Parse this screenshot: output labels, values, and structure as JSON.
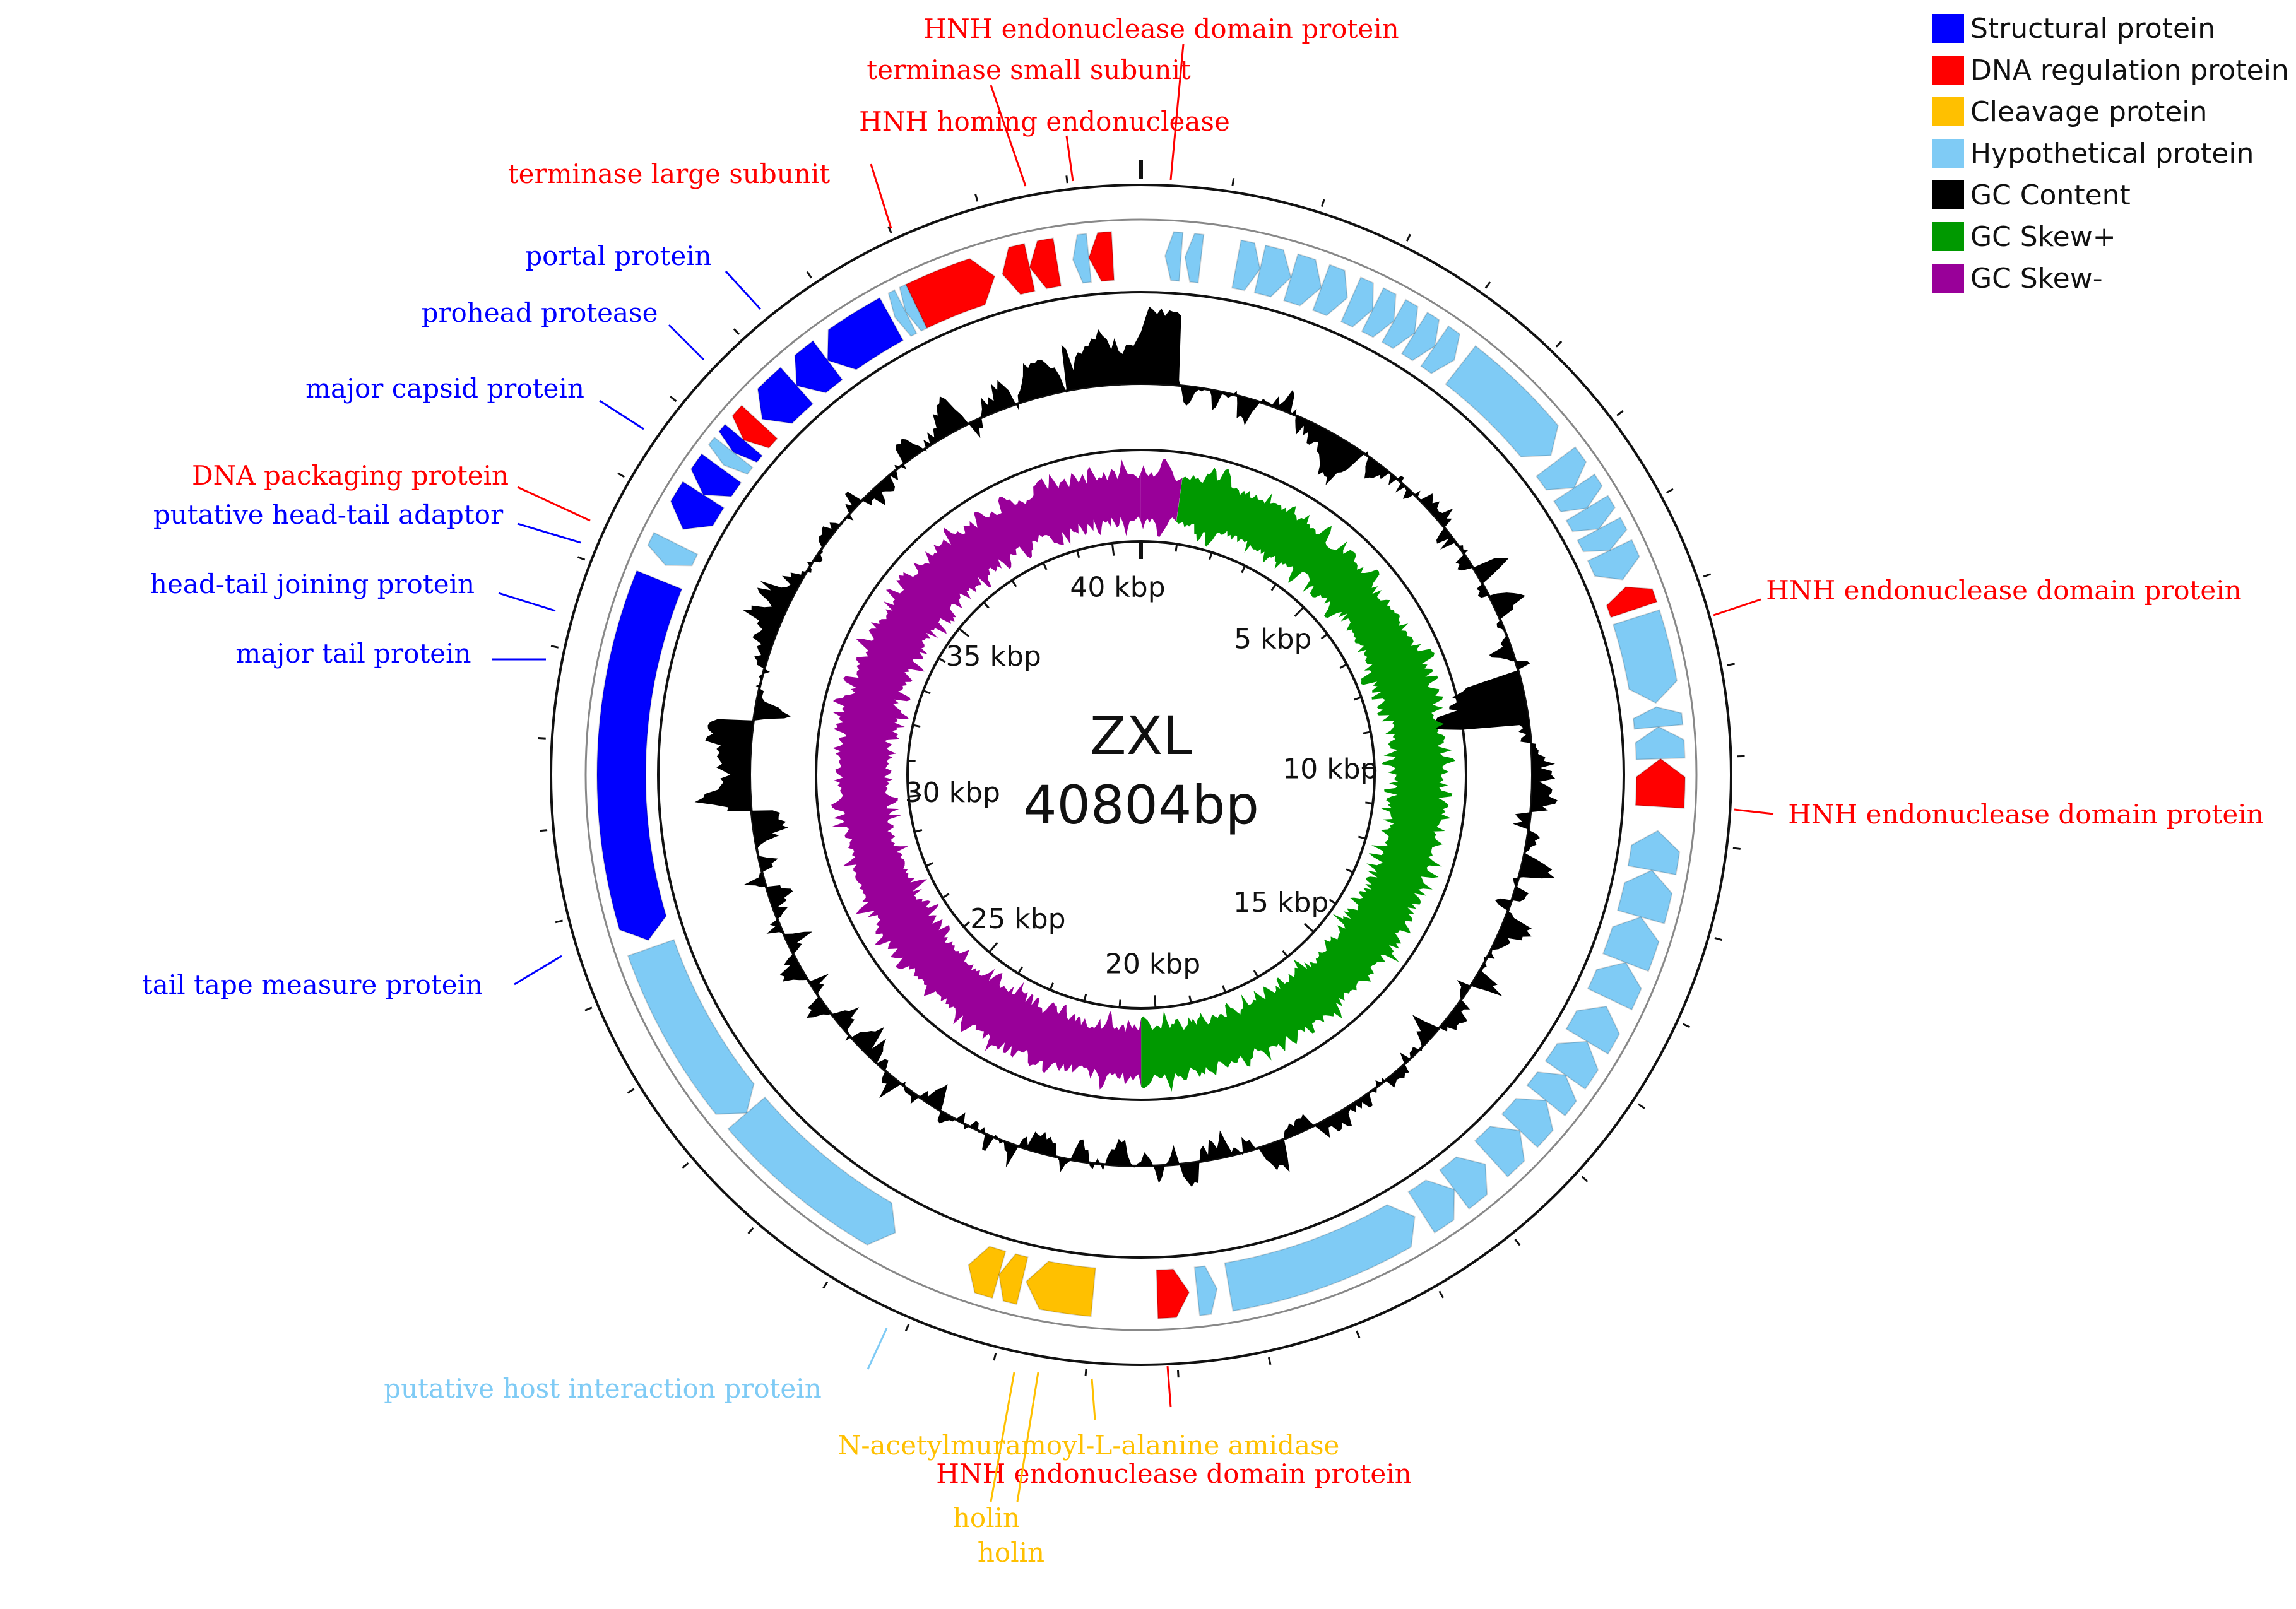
{
  "genome": {
    "name": "ZXL",
    "length_label": "40804bp",
    "length_bp": 40804
  },
  "colors": {
    "structural": "#0000ff",
    "dna_regulation": "#ff0000",
    "cleavage": "#ffc000",
    "hypothetical": "#7fcbf5",
    "gc_content": "#000000",
    "gc_skew_plus": "#009900",
    "gc_skew_minus": "#990099"
  },
  "legend": [
    {
      "label": "Structural protein",
      "color": "#0000ff"
    },
    {
      "label": "DNA regulation protein",
      "color": "#ff0000"
    },
    {
      "label": "Cleavage protein",
      "color": "#ffc000"
    },
    {
      "label": "Hypothetical protein",
      "color": "#7fcbf5"
    },
    {
      "label": "GC Content",
      "color": "#000000"
    },
    {
      "label": "GC Skew+",
      "color": "#009900"
    },
    {
      "label": "GC Skew-",
      "color": "#990099"
    }
  ],
  "scale_ticks": [
    {
      "label": "5 kbp",
      "kbp": 5
    },
    {
      "label": "10 kbp",
      "kbp": 10
    },
    {
      "label": "15 kbp",
      "kbp": 15
    },
    {
      "label": "20 kbp",
      "kbp": 20
    },
    {
      "label": "25 kbp",
      "kbp": 25
    },
    {
      "label": "30 kbp",
      "kbp": 30
    },
    {
      "label": "35 kbp",
      "kbp": 35
    },
    {
      "label": "40 kbp",
      "kbp": 40
    }
  ],
  "annotations": [
    {
      "text": "HNH endonuclease domain protein",
      "category": "dna_regulation",
      "kbp": 0.6
    },
    {
      "text": "terminase small subunit",
      "category": "dna_regulation",
      "kbp": 39.9
    },
    {
      "text": "HNH homing endonuclease",
      "category": "dna_regulation",
      "kbp": 40.2
    },
    {
      "text": "terminase large subunit",
      "category": "dna_regulation",
      "kbp": 38.6
    },
    {
      "text": "portal protein",
      "category": "structural",
      "kbp": 37.7
    },
    {
      "text": "prohead protease",
      "category": "structural",
      "kbp": 37.3
    },
    {
      "text": "major capsid protein",
      "category": "structural",
      "kbp": 36.7
    },
    {
      "text": "DNA packaging protein",
      "category": "dna_regulation",
      "kbp": 36.1
    },
    {
      "text": "putative head-tail adaptor",
      "category": "structural",
      "kbp": 35.8
    },
    {
      "text": "head-tail joining protein",
      "category": "structural",
      "kbp": 35.5
    },
    {
      "text": "major tail protein",
      "category": "structural",
      "kbp": 35.1
    },
    {
      "text": "tail tape measure protein",
      "category": "structural",
      "kbp": 32.3
    },
    {
      "text": "putative host interaction protein",
      "category": "hypothetical",
      "kbp": 23.2
    },
    {
      "text": "N-acetylmuramoyl-L-alanine amidase",
      "category": "cleavage",
      "kbp": 21.2
    },
    {
      "text": "HNH endonuclease domain protein",
      "category": "dna_regulation",
      "kbp": 20.4
    },
    {
      "text": "holin",
      "category": "cleavage",
      "kbp": 22.0
    },
    {
      "text": "holin",
      "category": "cleavage",
      "kbp": 21.7
    },
    {
      "text": "HNH endonuclease domain protein",
      "category": "dna_regulation",
      "kbp": 7.9
    },
    {
      "text": "HNH endonuclease domain protein",
      "category": "dna_regulation",
      "kbp": 10.3
    }
  ],
  "genes": [
    {
      "start": 0.3,
      "end": 0.5,
      "strand": -1,
      "category": "hypothetical"
    },
    {
      "start": 0.55,
      "end": 0.75,
      "strand": -1,
      "category": "hypothetical"
    },
    {
      "start": 40.15,
      "end": 40.45,
      "strand": -1,
      "category": "dna_regulation"
    },
    {
      "start": 39.95,
      "end": 40.15,
      "strand": -1,
      "category": "hypothetical"
    },
    {
      "start": 39.4,
      "end": 39.75,
      "strand": -1,
      "category": "dna_regulation"
    },
    {
      "start": 39.05,
      "end": 39.4,
      "strand": -1,
      "category": "dna_regulation"
    },
    {
      "start": 37.9,
      "end": 38.95,
      "strand": 1,
      "category": "dna_regulation"
    },
    {
      "start": 37.75,
      "end": 37.9,
      "strand": -1,
      "category": "hypothetical"
    },
    {
      "start": 37.6,
      "end": 37.75,
      "strand": -1,
      "category": "hypothetical"
    },
    {
      "start": 36.6,
      "end": 37.55,
      "strand": -1,
      "category": "structural"
    },
    {
      "start": 36.1,
      "end": 36.6,
      "strand": -1,
      "category": "structural"
    },
    {
      "start": 35.5,
      "end": 36.1,
      "strand": -1,
      "category": "structural"
    },
    {
      "start": 35.15,
      "end": 35.45,
      "strand": -1,
      "category": "dna_regulation"
    },
    {
      "start": 34.95,
      "end": 35.15,
      "strand": -1,
      "category": "structural"
    },
    {
      "start": 34.75,
      "end": 34.95,
      "strand": -1,
      "category": "hypothetical"
    },
    {
      "start": 34.3,
      "end": 34.7,
      "strand": -1,
      "category": "structural"
    },
    {
      "start": 33.8,
      "end": 34.3,
      "strand": -1,
      "category": "structural"
    },
    {
      "start": 33.3,
      "end": 33.6,
      "strand": -1,
      "category": "hypothetical"
    },
    {
      "start": 28.5,
      "end": 33.1,
      "strand": -1,
      "category": "structural"
    },
    {
      "start": 26.0,
      "end": 28.4,
      "strand": -1,
      "category": "hypothetical"
    },
    {
      "start": 23.6,
      "end": 26.0,
      "strand": -1,
      "category": "hypothetical"
    },
    {
      "start": 22.2,
      "end": 22.6,
      "strand": 1,
      "category": "cleavage"
    },
    {
      "start": 21.9,
      "end": 22.2,
      "strand": 1,
      "category": "cleavage"
    },
    {
      "start": 21.0,
      "end": 21.85,
      "strand": 1,
      "category": "cleavage"
    },
    {
      "start": 19.8,
      "end": 20.2,
      "strand": -1,
      "category": "dna_regulation"
    },
    {
      "start": 19.45,
      "end": 19.7,
      "strand": -1,
      "category": "hypothetical"
    },
    {
      "start": 16.8,
      "end": 19.3,
      "strand": -1,
      "category": "hypothetical"
    },
    {
      "start": 16.2,
      "end": 16.7,
      "strand": -1,
      "category": "hypothetical"
    },
    {
      "start": 15.7,
      "end": 16.2,
      "strand": -1,
      "category": "hypothetical"
    },
    {
      "start": 15.1,
      "end": 15.6,
      "strand": -1,
      "category": "hypothetical"
    },
    {
      "start": 14.6,
      "end": 15.1,
      "strand": -1,
      "category": "hypothetical"
    },
    {
      "start": 14.2,
      "end": 14.6,
      "strand": -1,
      "category": "hypothetical"
    },
    {
      "start": 13.7,
      "end": 14.2,
      "strand": -1,
      "category": "hypothetical"
    },
    {
      "start": 13.2,
      "end": 13.7,
      "strand": -1,
      "category": "hypothetical"
    },
    {
      "start": 12.6,
      "end": 13.1,
      "strand": -1,
      "category": "hypothetical"
    },
    {
      "start": 12.0,
      "end": 12.6,
      "strand": -1,
      "category": "hypothetical"
    },
    {
      "start": 11.4,
      "end": 12.0,
      "strand": -1,
      "category": "hypothetical"
    },
    {
      "start": 10.9,
      "end": 11.4,
      "strand": -1,
      "category": "hypothetical"
    },
    {
      "start": 10.0,
      "end": 10.6,
      "strand": -1,
      "category": "dna_regulation"
    },
    {
      "start": 9.6,
      "end": 10.0,
      "strand": -1,
      "category": "hypothetical"
    },
    {
      "start": 9.35,
      "end": 9.6,
      "strand": -1,
      "category": "hypothetical"
    },
    {
      "start": 8.2,
      "end": 9.3,
      "strand": 1,
      "category": "hypothetical"
    },
    {
      "start": 7.8,
      "end": 8.1,
      "strand": -1,
      "category": "dna_regulation"
    },
    {
      "start": 7.3,
      "end": 7.7,
      "strand": 1,
      "category": "hypothetical"
    },
    {
      "start": 7.0,
      "end": 7.3,
      "strand": 1,
      "category": "hypothetical"
    },
    {
      "start": 6.7,
      "end": 7.0,
      "strand": 1,
      "category": "hypothetical"
    },
    {
      "start": 6.4,
      "end": 6.7,
      "strand": 1,
      "category": "hypothetical"
    },
    {
      "start": 6.0,
      "end": 6.4,
      "strand": 1,
      "category": "hypothetical"
    },
    {
      "start": 4.3,
      "end": 5.9,
      "strand": 1,
      "category": "hypothetical"
    },
    {
      "start": 3.9,
      "end": 4.2,
      "strand": 1,
      "category": "hypothetical"
    },
    {
      "start": 3.6,
      "end": 3.9,
      "strand": 1,
      "category": "hypothetical"
    },
    {
      "start": 3.3,
      "end": 3.6,
      "strand": 1,
      "category": "hypothetical"
    },
    {
      "start": 3.0,
      "end": 3.3,
      "strand": 1,
      "category": "hypothetical"
    },
    {
      "start": 2.7,
      "end": 3.0,
      "strand": 1,
      "category": "hypothetical"
    },
    {
      "start": 2.3,
      "end": 2.65,
      "strand": 1,
      "category": "hypothetical"
    },
    {
      "start": 1.9,
      "end": 2.3,
      "strand": 1,
      "category": "hypothetical"
    },
    {
      "start": 1.5,
      "end": 1.9,
      "strand": 1,
      "category": "hypothetical"
    },
    {
      "start": 1.2,
      "end": 1.5,
      "strand": 1,
      "category": "hypothetical"
    }
  ]
}
